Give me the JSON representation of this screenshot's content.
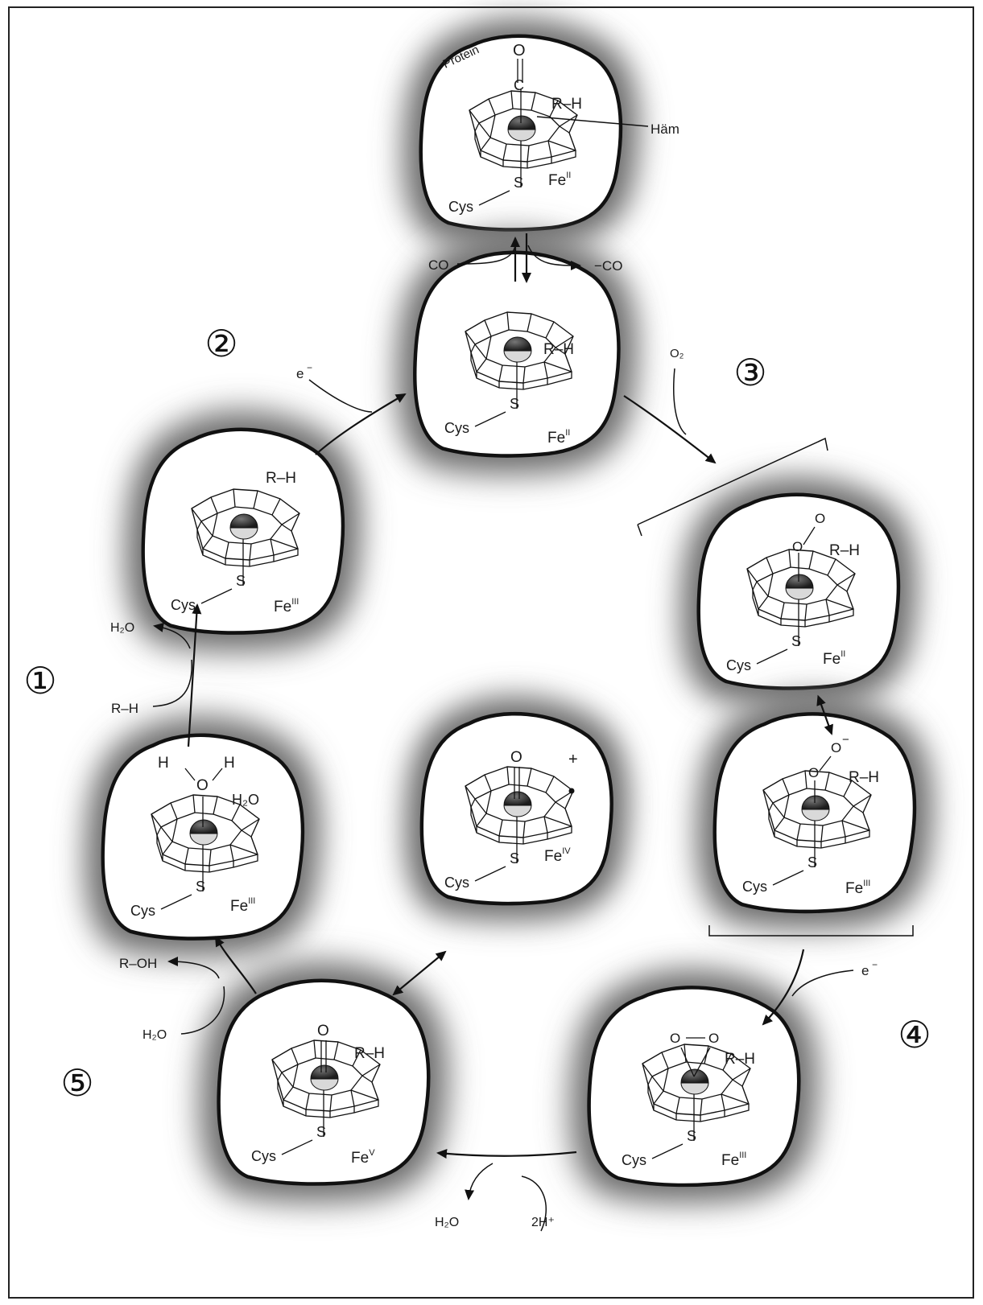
{
  "diagram": {
    "protein_label": "Protein",
    "haem_label": "Häm",
    "step_numbers": [
      "①",
      "②",
      "③",
      "④",
      "⑤"
    ],
    "states": {
      "carbonyl": {
        "top": "O",
        "mid": "C",
        "rh": "R–H",
        "fe": "Fe",
        "fe_ox": "II",
        "cys": "Cys",
        "s": "S"
      },
      "ferrous": {
        "rh": "R–H",
        "fe": "Fe",
        "fe_ox": "II",
        "cys": "Cys",
        "s": "S"
      },
      "resting": {
        "rh": "R–H",
        "fe": "Fe",
        "fe_ox": "III",
        "cys": "Cys",
        "s": "S"
      },
      "oxy": {
        "o1": "O",
        "o2": "O",
        "rh": "R–H",
        "fe": "Fe",
        "fe_ox": "II",
        "cys": "Cys",
        "s": "S"
      },
      "superoxo": {
        "o1": "O",
        "o2": "O",
        "charge": "−",
        "rh": "R–H",
        "fe": "Fe",
        "fe_ox": "III",
        "cys": "Cys",
        "s": "S"
      },
      "aqua": {
        "h1": "H",
        "o": "O",
        "h2": "H",
        "h2o": "H₂O",
        "fe": "Fe",
        "fe_ox": "III",
        "cys": "Cys",
        "s": "S"
      },
      "radical": {
        "o": "O",
        "plus": "+",
        "fe": "Fe",
        "fe_ox": "IV",
        "cys": "Cys",
        "s": "S"
      },
      "oxo": {
        "o": "O",
        "rh": "R–H",
        "fe": "Fe",
        "fe_ox": "V",
        "cys": "Cys",
        "s": "S"
      },
      "peroxo": {
        "o1": "O",
        "o2": "O",
        "rh": "R–H",
        "fe": "Fe",
        "fe_ox": "III",
        "cys": "Cys",
        "s": "S"
      }
    },
    "reagents": {
      "co_in": "CO",
      "co_out": "−CO",
      "e_minus": "e",
      "e_sup": "−",
      "o2": "O₂",
      "water_out_1": "H₂O",
      "rh_in": "R–H",
      "roh_out": "R–OH",
      "water_in_5": "H₂O",
      "water_out_bottom": "H₂O",
      "protons": "2H⁺"
    }
  }
}
